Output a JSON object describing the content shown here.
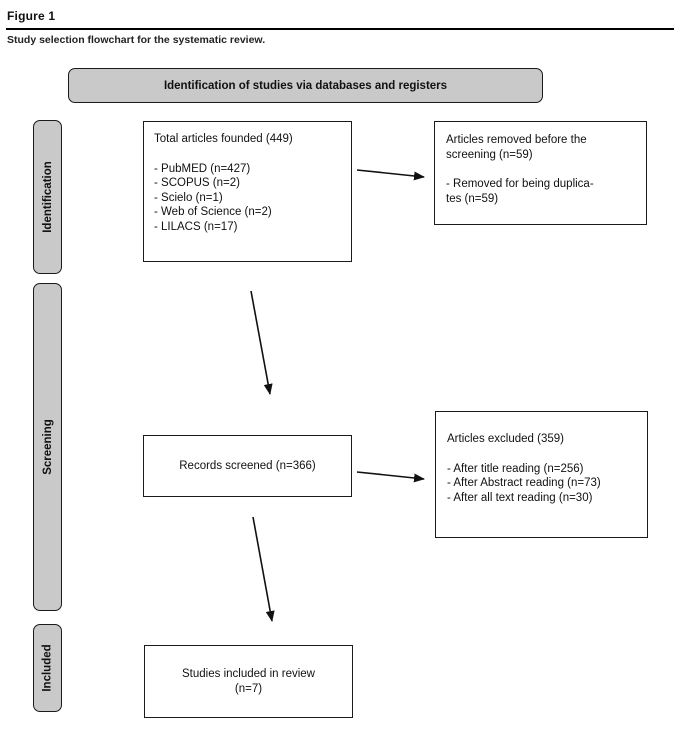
{
  "colors": {
    "box_gray": "#c9c9c9",
    "border": "#1b1b1b",
    "text": "#111111"
  },
  "header": {
    "figure_label": "Figure 1",
    "caption": "Study selection flowchart for the systematic review."
  },
  "banner": {
    "label": "Identification of studies via databases and registers"
  },
  "stages": [
    {
      "label": "Identification"
    },
    {
      "label": "Screening"
    },
    {
      "label": "Included"
    }
  ],
  "boxes": {
    "total_articles": {
      "title": "Total articles founded (449)",
      "items": [
        "- PubMED (n=427)",
        "- SCOPUS (n=2)",
        "- Scielo (n=1)",
        "- Web of Science (n=2)",
        "- LILACS (n=17)"
      ]
    },
    "removed_before_screening": {
      "title": "Articles removed before the screening (n=59)",
      "item_lines": [
        "- Removed for being duplica-",
        "tes (n=59)"
      ]
    },
    "records_screened": {
      "title": "Records screened (n=366)"
    },
    "articles_excluded": {
      "title": "Articles excluded (359)",
      "items": [
        "- After title reading (n=256)",
        "- After Abstract reading (n=73)",
        "- After all text reading (n=30)"
      ]
    },
    "studies_included": {
      "lines": [
        "Studies included in review",
        "(n=7)"
      ]
    }
  }
}
